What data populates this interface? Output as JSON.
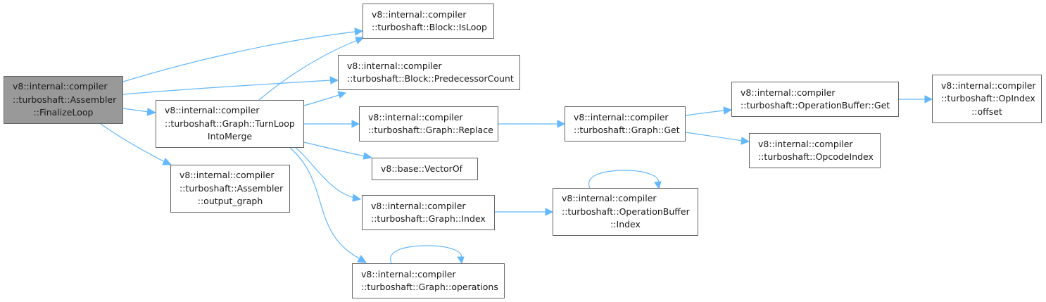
{
  "nodes": {
    "finalize_loop": [
      "v8::internal::compiler",
      "::turboshaft::Assembler",
      "::FinalizeLoop"
    ],
    "is_loop": [
      "v8::internal::compiler",
      "::turboshaft::Block::IsLoop"
    ],
    "predecessor_count": [
      "v8::internal::compiler",
      "::turboshaft::Block::PredecessorCount"
    ],
    "turn_loop_into_merge": [
      "v8::internal::compiler",
      "::turboshaft::Graph::TurnLoop",
      "IntoMerge"
    ],
    "output_graph": [
      "v8::internal::compiler",
      "::turboshaft::Assembler",
      "::output_graph"
    ],
    "graph_replace": [
      "v8::internal::compiler",
      "::turboshaft::Graph::Replace"
    ],
    "vector_of": [
      "v8::base::VectorOf"
    ],
    "graph_index": [
      "v8::internal::compiler",
      "::turboshaft::Graph::Index"
    ],
    "graph_operations": [
      "v8::internal::compiler",
      "::turboshaft::Graph::operations"
    ],
    "graph_get": [
      "v8::internal::compiler",
      "::turboshaft::Graph::Get"
    ],
    "opbuffer_index": [
      "v8::internal::compiler",
      "::turboshaft::OperationBuffer",
      "::Index"
    ],
    "opbuffer_get": [
      "v8::internal::compiler",
      "::turboshaft::OperationBuffer::Get"
    ],
    "opcode_index": [
      "v8::internal::compiler",
      "::turboshaft::OpcodeIndex"
    ],
    "opindex_offset": [
      "v8::internal::compiler",
      "::turboshaft::OpIndex",
      "::offset"
    ]
  },
  "colors": {
    "edge": "#63b8ff",
    "node_border": "#666666",
    "root_fill": "#999999"
  }
}
